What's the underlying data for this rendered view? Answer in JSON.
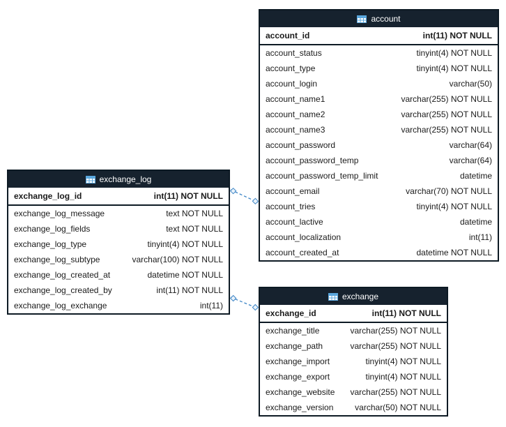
{
  "theme": {
    "header_bg": "#16222e",
    "header_text": "#ffffff",
    "table_border": "#0d1a24",
    "row_text": "#1a1a1a",
    "relation_color": "#3d85c6",
    "relation_diamond_fill": "#eaf3fb",
    "icon_color": "#5aa7dd",
    "background": "#ffffff"
  },
  "tables": [
    {
      "title": "exchange_log",
      "columns": [
        {
          "name": "exchange_log_id",
          "type": "int(11) NOT NULL",
          "pk": true
        },
        {
          "name": "exchange_log_message",
          "type": "text NOT NULL",
          "pk": false
        },
        {
          "name": "exchange_log_fields",
          "type": "text NOT NULL",
          "pk": false
        },
        {
          "name": "exchange_log_type",
          "type": "tinyint(4) NOT NULL",
          "pk": false
        },
        {
          "name": "exchange_log_subtype",
          "type": "varchar(100) NOT NULL",
          "pk": false
        },
        {
          "name": "exchange_log_created_at",
          "type": "datetime NOT NULL",
          "pk": false
        },
        {
          "name": "exchange_log_created_by",
          "type": "int(11) NOT NULL",
          "pk": false
        },
        {
          "name": "exchange_log_exchange",
          "type": "int(11)",
          "pk": false
        }
      ]
    },
    {
      "title": "account",
      "columns": [
        {
          "name": "account_id",
          "type": "int(11) NOT NULL",
          "pk": true
        },
        {
          "name": "account_status",
          "type": "tinyint(4) NOT NULL",
          "pk": false
        },
        {
          "name": "account_type",
          "type": "tinyint(4) NOT NULL",
          "pk": false
        },
        {
          "name": "account_login",
          "type": "varchar(50)",
          "pk": false
        },
        {
          "name": "account_name1",
          "type": "varchar(255) NOT NULL",
          "pk": false
        },
        {
          "name": "account_name2",
          "type": "varchar(255) NOT NULL",
          "pk": false
        },
        {
          "name": "account_name3",
          "type": "varchar(255) NOT NULL",
          "pk": false
        },
        {
          "name": "account_password",
          "type": "varchar(64)",
          "pk": false
        },
        {
          "name": "account_password_temp",
          "type": "varchar(64)",
          "pk": false
        },
        {
          "name": "account_password_temp_limit",
          "type": "datetime",
          "pk": false
        },
        {
          "name": "account_email",
          "type": "varchar(70) NOT NULL",
          "pk": false
        },
        {
          "name": "account_tries",
          "type": "tinyint(4) NOT NULL",
          "pk": false
        },
        {
          "name": "account_lactive",
          "type": "datetime",
          "pk": false
        },
        {
          "name": "account_localization",
          "type": "int(11)",
          "pk": false
        },
        {
          "name": "account_created_at",
          "type": "datetime NOT NULL",
          "pk": false
        }
      ]
    },
    {
      "title": "exchange",
      "columns": [
        {
          "name": "exchange_id",
          "type": "int(11) NOT NULL",
          "pk": true
        },
        {
          "name": "exchange_title",
          "type": "varchar(255) NOT NULL",
          "pk": false
        },
        {
          "name": "exchange_path",
          "type": "varchar(255) NOT NULL",
          "pk": false
        },
        {
          "name": "exchange_import",
          "type": "tinyint(4) NOT NULL",
          "pk": false
        },
        {
          "name": "exchange_export",
          "type": "tinyint(4) NOT NULL",
          "pk": false
        },
        {
          "name": "exchange_website",
          "type": "varchar(255) NOT NULL",
          "pk": false
        },
        {
          "name": "exchange_version",
          "type": "varchar(50) NOT NULL",
          "pk": false
        }
      ]
    }
  ],
  "relations": [
    {
      "from_table": "exchange_log",
      "to_table": "account",
      "points": [
        [
          331,
          272
        ],
        [
          370,
          290
        ]
      ]
    },
    {
      "from_table": "exchange_log",
      "to_table": "exchange",
      "points": [
        [
          331,
          426
        ],
        [
          370,
          442
        ]
      ]
    }
  ]
}
